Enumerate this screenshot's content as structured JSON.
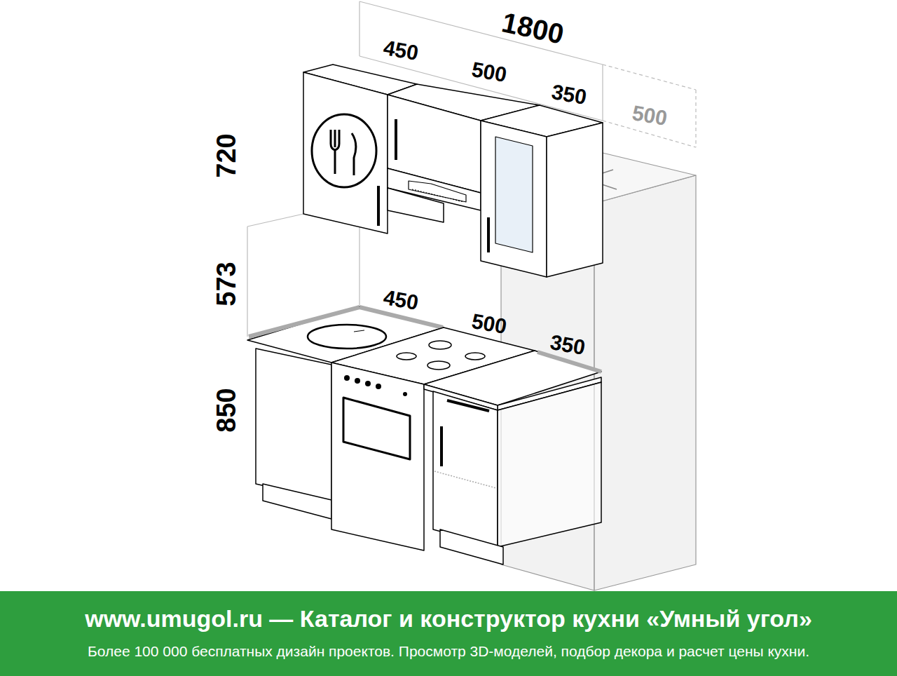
{
  "diagram": {
    "nodes": [
      {
        "text": [
          "www.umugol.ru — Каталог и конструктор кухни «Умный угол»",
          "Более 100 000 бесплатных дизайн проектов. Просмотр 3D-моделей, подбор декора и расчет цены кухни."
        ]
      }
    ],
    "labels": [
      "1800",
      "450",
      "500",
      "350",
      "500",
      "720",
      "573",
      "850",
      "450",
      "500",
      "350"
    ]
  }
}
